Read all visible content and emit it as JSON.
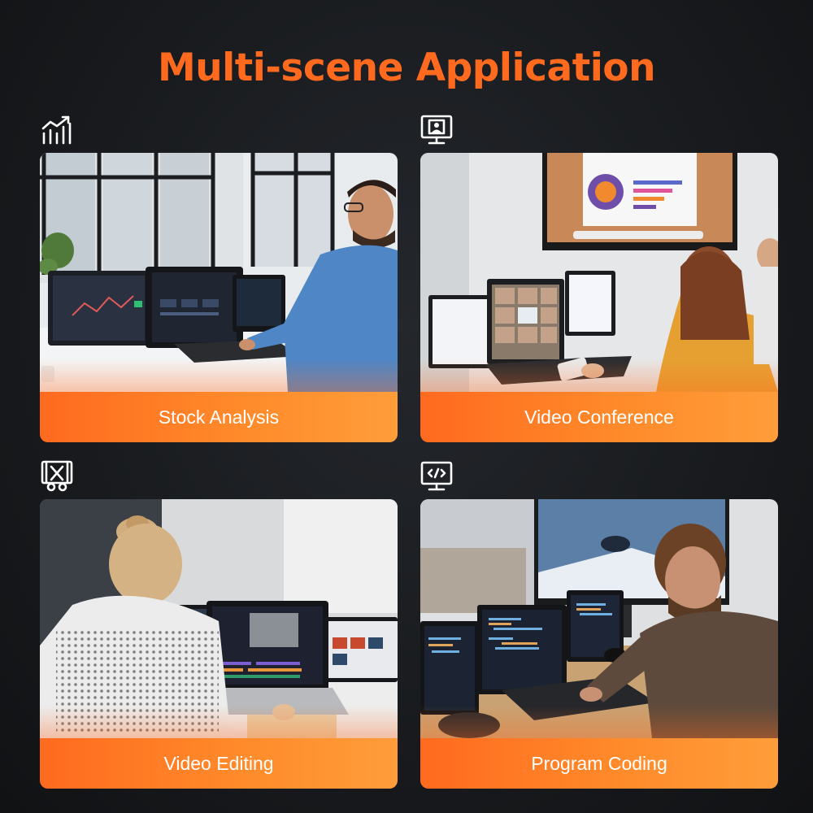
{
  "headline": "Multi-scene Application",
  "scenes": [
    {
      "caption": "Stock Analysis",
      "icon": "chart-growth-icon"
    },
    {
      "caption": "Video Conference",
      "icon": "video-conference-icon"
    },
    {
      "caption": "Video Editing",
      "icon": "video-edit-scissors-icon"
    },
    {
      "caption": "Program Coding",
      "icon": "code-monitor-icon"
    }
  ],
  "colors": {
    "accent": "#ff6a1f",
    "background": "#16181b",
    "caption_text": "#ffffff"
  }
}
